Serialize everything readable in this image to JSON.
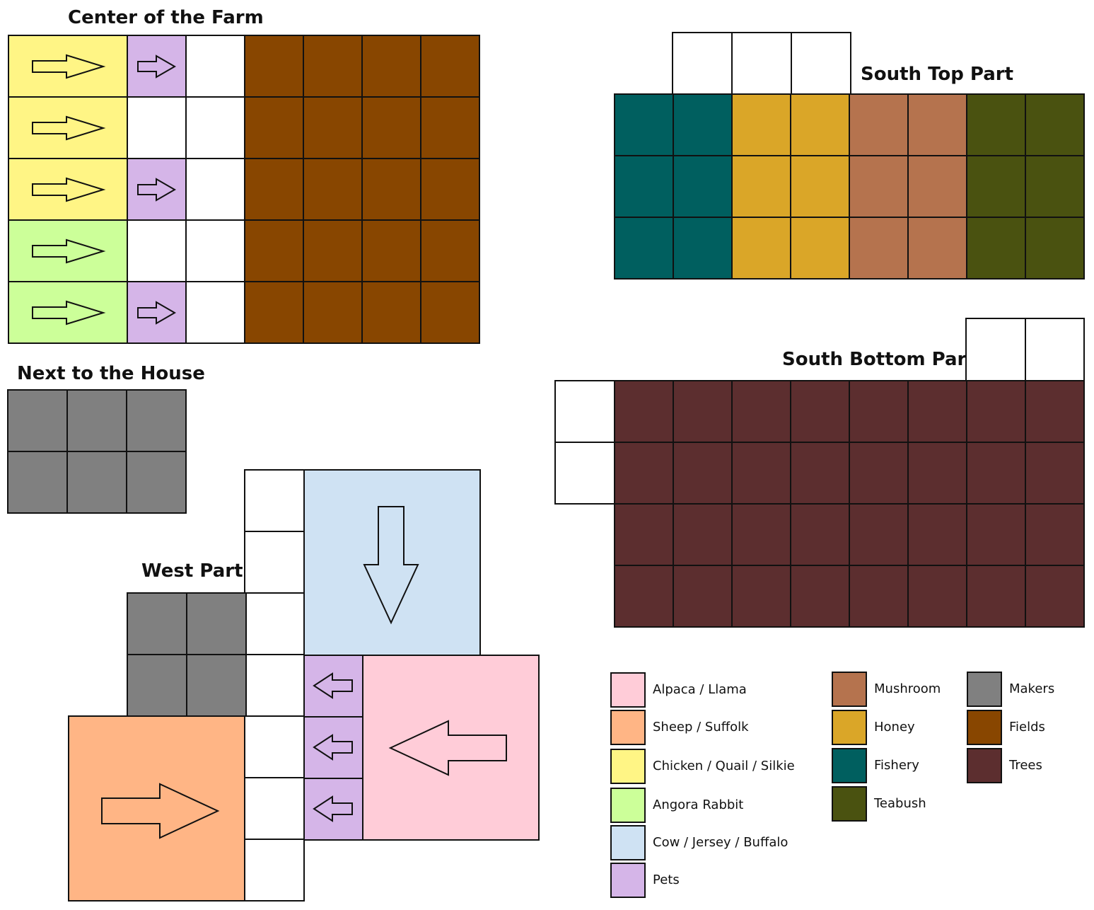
{
  "titles": {
    "center": "Center of the Farm",
    "house": "Next to the House",
    "west": "West Part",
    "south_top": "South Top Part",
    "south_bottom": "South Bottom Part"
  },
  "colors": {
    "alpaca": "#FFCCD8",
    "sheep": "#FFB585",
    "chicken": "#FFF585",
    "rabbit": "#CCFF99",
    "cow": "#CFE2F3",
    "pets": "#D5B5E8",
    "mushroom": "#B5734E",
    "honey": "#DAA628",
    "fishery": "#005F5F",
    "teabush": "#4A5210",
    "makers": "#808080",
    "fields": "#884600",
    "trees": "#5C2E2F",
    "empty": "#FFFFFF"
  },
  "legend": [
    {
      "key": "alpaca",
      "label": "Alpaca / Llama"
    },
    {
      "key": "sheep",
      "label": "Sheep / Suffolk"
    },
    {
      "key": "chicken",
      "label": "Chicken / Quail / Silkie"
    },
    {
      "key": "rabbit",
      "label": "Angora Rabbit"
    },
    {
      "key": "cow",
      "label": "Cow / Jersey / Buffalo"
    },
    {
      "key": "pets",
      "label": "Pets"
    },
    {
      "key": "mushroom",
      "label": "Mushroom"
    },
    {
      "key": "honey",
      "label": "Honey"
    },
    {
      "key": "fishery",
      "label": "Fishery"
    },
    {
      "key": "teabush",
      "label": "Teabush"
    },
    {
      "key": "makers",
      "label": "Makers"
    },
    {
      "key": "fields",
      "label": "Fields"
    },
    {
      "key": "trees",
      "label": "Trees"
    }
  ],
  "center_rows": [
    "chicken",
    "chicken",
    "chicken",
    "rabbit",
    "rabbit"
  ],
  "center_pets": [
    true,
    false,
    true,
    false,
    true
  ],
  "south_top_columns": [
    "fishery",
    "fishery",
    "honey",
    "honey",
    "mushroom",
    "mushroom",
    "teabush",
    "teabush"
  ]
}
